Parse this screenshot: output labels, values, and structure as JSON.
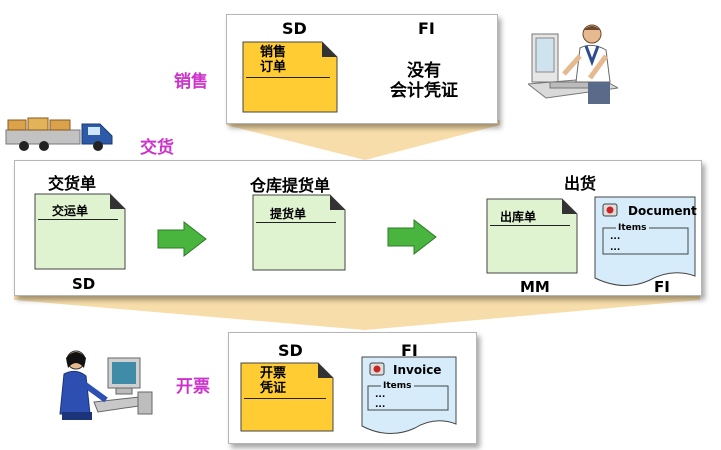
{
  "colors": {
    "frame_bg": "#ffffff",
    "arrow_fill": "#f6d9a0",
    "note_yellow": "#ffcc33",
    "note_green": "#e0f3d0",
    "doc_blue": "#d6ecfa",
    "step_arrow": "#4ab53e",
    "magenta": "#cc33cc"
  },
  "top": {
    "step_label": "销售",
    "sd_label": "SD",
    "fi_label": "FI",
    "sales_note": "销售\n订单",
    "fi_text_line1": "没有",
    "fi_text_line2": "会计凭证"
  },
  "delivery_label": "交货",
  "middle": {
    "col1_title": "交货单",
    "col1_note": "交运单",
    "col1_module": "SD",
    "col2_title": "仓库提货单",
    "col2_note": "提货单",
    "col3_title": "出货",
    "col3_note": "出库单",
    "col3_module": "MM",
    "doc_title": "Document",
    "doc_items": "Items",
    "doc_dots1": "...",
    "doc_dots2": "...",
    "doc_module": "FI"
  },
  "bottom": {
    "step_label": "开票",
    "sd_label": "SD",
    "fi_label": "FI",
    "billing_note": "开票\n凭证",
    "invoice_title": "Invoice",
    "invoice_items": "Items",
    "invoice_dots1": "...",
    "invoice_dots2": "..."
  },
  "icons": [
    "truck-icon",
    "sales-person-icon",
    "billing-person-icon",
    "document-badge-icon",
    "invoice-badge-icon"
  ]
}
